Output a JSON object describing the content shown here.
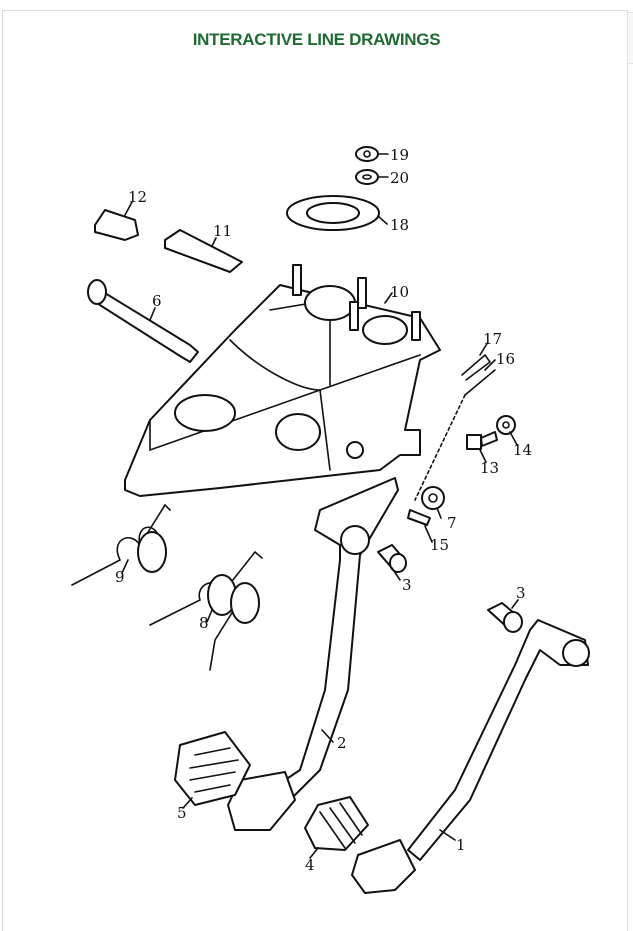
{
  "header": {
    "title": "INTERACTIVE LINE DRAWINGS"
  },
  "callouts": [
    "1",
    "2",
    "3",
    "3",
    "4",
    "5",
    "6",
    "7",
    "8",
    "9",
    "10",
    "11",
    "12",
    "13",
    "14",
    "15",
    "16",
    "17",
    "18",
    "19",
    "20"
  ]
}
